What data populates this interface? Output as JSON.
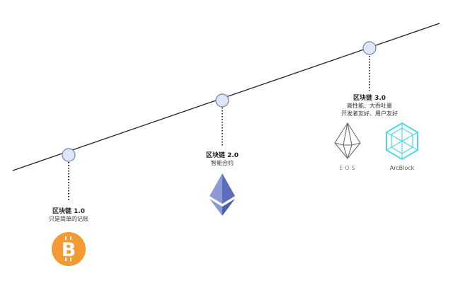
{
  "stages": [
    {
      "title": "区块链 1.0",
      "description_lines": [
        "只是简单的记账"
      ],
      "logo": "bitcoin-icon",
      "logo_text": "B"
    },
    {
      "title": "区块链 2.0",
      "description_lines": [
        "智能合约"
      ],
      "logo": "ethereum-icon"
    },
    {
      "title": "区块链 3.0",
      "description_lines": [
        "高性能、大吞吐量",
        "开发者友好、用户友好"
      ],
      "logos": [
        {
          "icon": "eos-icon",
          "caption": "EOS"
        },
        {
          "icon": "arcblock-icon",
          "caption": "ArcBlock"
        }
      ]
    }
  ],
  "colors": {
    "line": "#222222",
    "node_fill": "#dde6f5",
    "node_stroke": "#6f86a8",
    "bitcoin": "#f39a32",
    "ethereum_light": "#8a9ad8",
    "ethereum_dark": "#4f5fa8",
    "eos": "#6b6b6b",
    "arcblock": "#4fd8e6"
  }
}
